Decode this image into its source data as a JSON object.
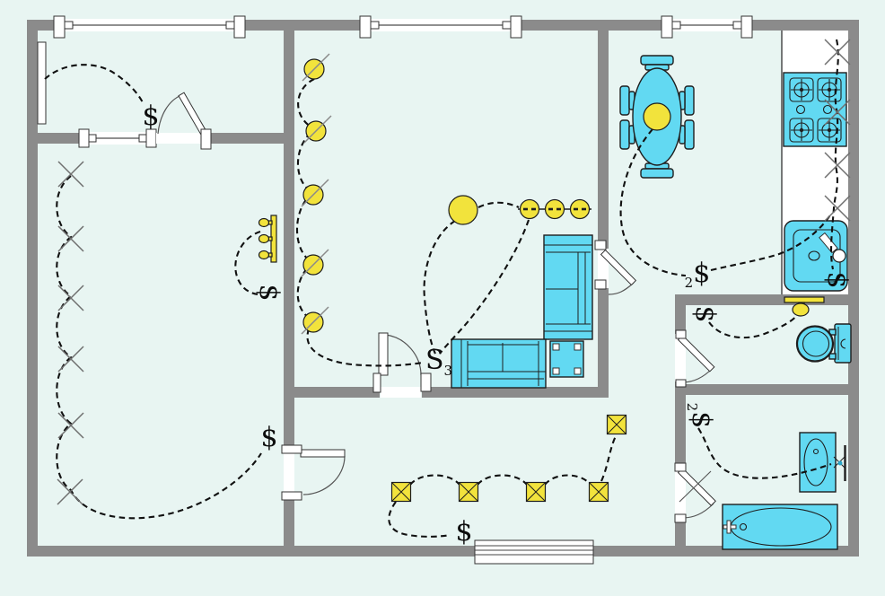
{
  "colors": {
    "background": "#e8f5f2",
    "wall": "#8b8b8b",
    "furniture_fill": "#62d9f2",
    "furniture_stroke": "#1e1e1e",
    "fixture_yellow": "#f2e33c",
    "wire": "#111111",
    "outlet_mark": "#6f6f6f",
    "window_fill": "#ffffff",
    "counter_fill": "#ffffff"
  },
  "switches": {
    "entry": {
      "glyph": "$",
      "pre_sub": "",
      "post_sub": ""
    },
    "bedroom_sconce": {
      "glyph": "$",
      "pre_sub": "",
      "post_sub": ""
    },
    "bedroom_door": {
      "glyph": "$",
      "pre_sub": "",
      "post_sub": ""
    },
    "living": {
      "glyph": "S",
      "pre_sub": "",
      "post_sub": "3"
    },
    "dining": {
      "glyph": "$",
      "pre_sub": "2",
      "post_sub": ""
    },
    "kitchen": {
      "glyph": "$",
      "pre_sub": "",
      "post_sub": ""
    },
    "wc": {
      "glyph": "$",
      "pre_sub": "",
      "post_sub": ""
    },
    "bath": {
      "glyph": "$",
      "pre_sub": "2",
      "post_sub": ""
    },
    "hall": {
      "glyph": "$",
      "pre_sub": "",
      "post_sub": ""
    }
  },
  "fixtures": {
    "bedroom_ceiling_outlets": 6,
    "kitchen_ceiling_outlets": 4,
    "living_wall_lights": 5,
    "living_ceiling_lamp": 1,
    "living_track_spots": 3,
    "dining_pendant": 1,
    "bedroom_sconce_bulbs": 3,
    "wc_wall_sconce": 1,
    "hall_junction_boxes": 5
  }
}
